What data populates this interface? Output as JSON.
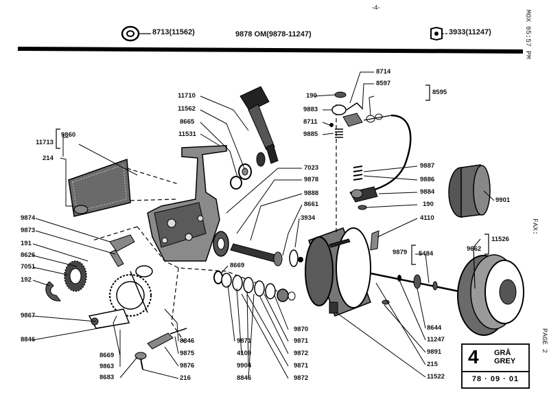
{
  "header": {
    "left_part": "8713(11562)",
    "center_part": "9878 OM(9878-11247)",
    "right_part": "3933(11247)"
  },
  "fax_header": "MOX 05:57 PM",
  "fax_right": "FAX:",
  "page_side": "PAGE 2",
  "corner_mark": "-4-",
  "page_box": {
    "number": "4",
    "word_1": "GRÅ",
    "word_2": "GREY",
    "date": "78 · 09 · 01"
  },
  "labels": {
    "l_11710": "11710",
    "l_11562": "11562",
    "l_8665": "8665",
    "l_11531": "11531",
    "l_9860": "9860",
    "l_11713": "11713",
    "l_214": "214",
    "l_9874": "9874",
    "l_9873": "9873",
    "l_191": "191",
    "l_8626": "8626",
    "l_7051": "7051",
    "l_192": "192",
    "l_9867": "9867",
    "l_8846a": "8846",
    "l_8669a": "8669",
    "l_9863": "9863",
    "l_8683": "8683",
    "l_8846b": "8846",
    "l_9875": "9875",
    "l_9876": "9876",
    "l_216": "216",
    "l_7023": "7023",
    "l_9878": "9878",
    "l_9888": "9888",
    "l_8661": "8661",
    "l_3934": "3934",
    "l_8669b": "8669",
    "l_9871a": "9871",
    "l_4109": "4109",
    "l_9904": "9904",
    "l_8846c": "8846",
    "l_9872a": "9872",
    "l_9871b": "9871",
    "l_9872b": "9872",
    "l_9871c": "9871",
    "l_9870": "9870",
    "l_190a": "190",
    "l_9883": "9883",
    "l_8711": "8711",
    "l_9885": "9885",
    "l_8714": "8714",
    "l_8597": "8597",
    "l_8595": "8595",
    "l_9887": "9887",
    "l_9886": "9886",
    "l_9884": "9884",
    "l_190b": "190",
    "l_4110": "4110",
    "l_9901": "9901",
    "l_11526": "11526",
    "l_9662": "9662",
    "l_9879": "9879",
    "l_5484": "5484",
    "l_8644": "8644",
    "l_11247": "11247",
    "l_9891": "9891",
    "l_215": "215",
    "l_11522": "11522"
  }
}
